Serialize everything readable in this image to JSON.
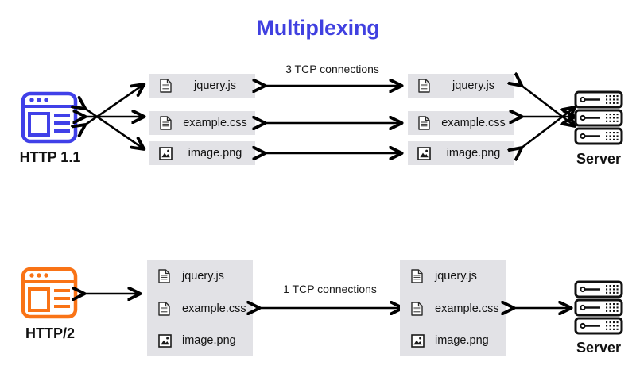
{
  "title": "Multiplexing",
  "colors": {
    "title": "#4040e0",
    "http11_accent": "#4040e8",
    "http2_accent": "#f97316",
    "box_fill": "#e2e2e6",
    "arrow": "#000000",
    "text": "#121212"
  },
  "sections": [
    {
      "id": "http11",
      "client_label": "HTTP 1.1",
      "client_icon": "browser-window-icon",
      "accent": "#4040e8",
      "connection_label": "3 TCP connections",
      "connection_count": 3,
      "layout": "separate-boxes",
      "client_files": [
        {
          "name": "jquery.js",
          "icon": "document-icon"
        },
        {
          "name": "example.css",
          "icon": "document-icon"
        },
        {
          "name": "image.png",
          "icon": "image-icon"
        }
      ],
      "server_files": [
        {
          "name": "jquery.js",
          "icon": "document-icon"
        },
        {
          "name": "example.css",
          "icon": "document-icon"
        },
        {
          "name": "image.png",
          "icon": "image-icon"
        }
      ],
      "server_label": "Server",
      "server_icon": "server-rack-icon"
    },
    {
      "id": "http2",
      "client_label": "HTTP/2",
      "client_icon": "browser-window-icon",
      "accent": "#f97316",
      "connection_label": "1 TCP connections",
      "connection_count": 1,
      "layout": "single-box",
      "client_files": [
        {
          "name": "jquery.js",
          "icon": "document-icon"
        },
        {
          "name": "example.css",
          "icon": "document-icon"
        },
        {
          "name": "image.png",
          "icon": "image-icon"
        }
      ],
      "server_files": [
        {
          "name": "jquery.js",
          "icon": "document-icon"
        },
        {
          "name": "example.css",
          "icon": "document-icon"
        },
        {
          "name": "image.png",
          "icon": "image-icon"
        }
      ],
      "server_label": "Server",
      "server_icon": "server-rack-icon"
    }
  ]
}
